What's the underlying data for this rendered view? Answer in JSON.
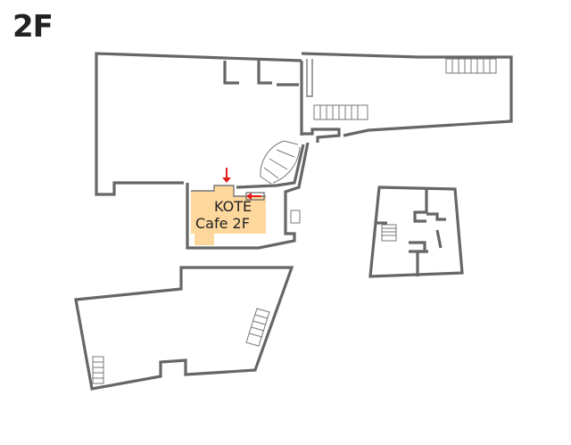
{
  "floor": {
    "label": "2F"
  },
  "highlight": {
    "name_line1": "KOTE",
    "name_line2": "Cafe 2F",
    "fill_color": "#fdd79b",
    "marker_color": "#e11c1c"
  },
  "colors": {
    "wall": "#666666",
    "background": "#ffffff"
  },
  "icons": [
    "entrance-arrow-icon",
    "stair-arrow-icon"
  ]
}
